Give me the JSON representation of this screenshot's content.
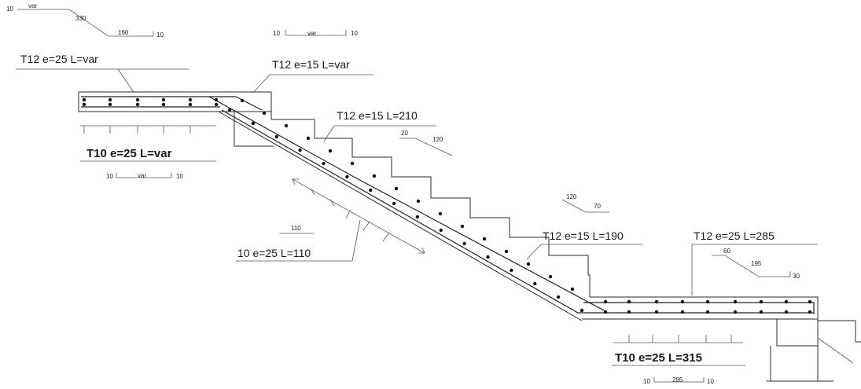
{
  "labels": {
    "top_slab_bottom_bar": "T12 e=25 L=var",
    "flight_top_bar": "T12 e=15 L=var",
    "flight_top_bar2": "T12 e=15 L=210",
    "flight_bottom_bar": "T12 e=15 L=190",
    "distribution_bar": "10 e=25 L=110",
    "top_slab_bottom": "T10 e=25 L=var",
    "bottom_slab_top": "T12 e=25 L=285",
    "bottom_slab_bottom": "T10 e=25 L=315"
  },
  "shapes": {
    "top_left": {
      "d1": "10",
      "d2": "var",
      "d3": "330",
      "d4": "160",
      "d5": "10"
    },
    "top_mid": {
      "left": "10",
      "mid": "var",
      "right": "10"
    },
    "left_under": {
      "left": "10",
      "mid": "var",
      "right": "10"
    },
    "flight_210": {
      "a": "20",
      "b": "120"
    },
    "distribution": {
      "a": "110"
    },
    "flight_190": {
      "a": "120",
      "b": "70"
    },
    "bottom_285": {
      "a": "60",
      "b": "195",
      "c": "30"
    },
    "bottom_under": {
      "left": "10",
      "mid": "295",
      "right": "10"
    }
  }
}
